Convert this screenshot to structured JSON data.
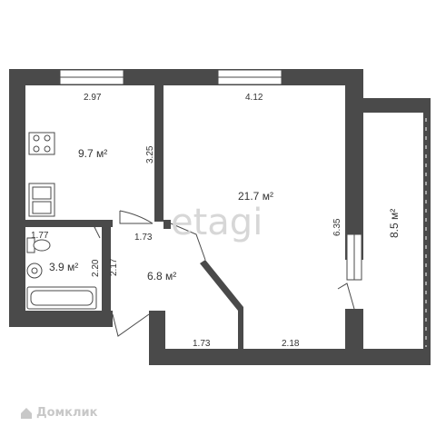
{
  "colors": {
    "wall": "#4a4a4a",
    "window": "#ffffff",
    "text": "#333333",
    "watermark": "#d7d7d7"
  },
  "rooms": {
    "kitchen": {
      "area": "9.7 м²",
      "width": "2.97",
      "height": "3.25"
    },
    "living": {
      "area": "21.7 м²",
      "width": "4.12",
      "height": "6.35",
      "bottom": "2.18"
    },
    "balcony": {
      "area": "8.5 м²"
    },
    "bathroom": {
      "area": "3.9 м²",
      "width": "1.77",
      "height": "2.20"
    },
    "hall": {
      "area": "6.8 м²",
      "top": "1.73",
      "bottom": "1.73",
      "side": "2.17"
    }
  },
  "watermark": "etagi",
  "brand": "Домклик"
}
